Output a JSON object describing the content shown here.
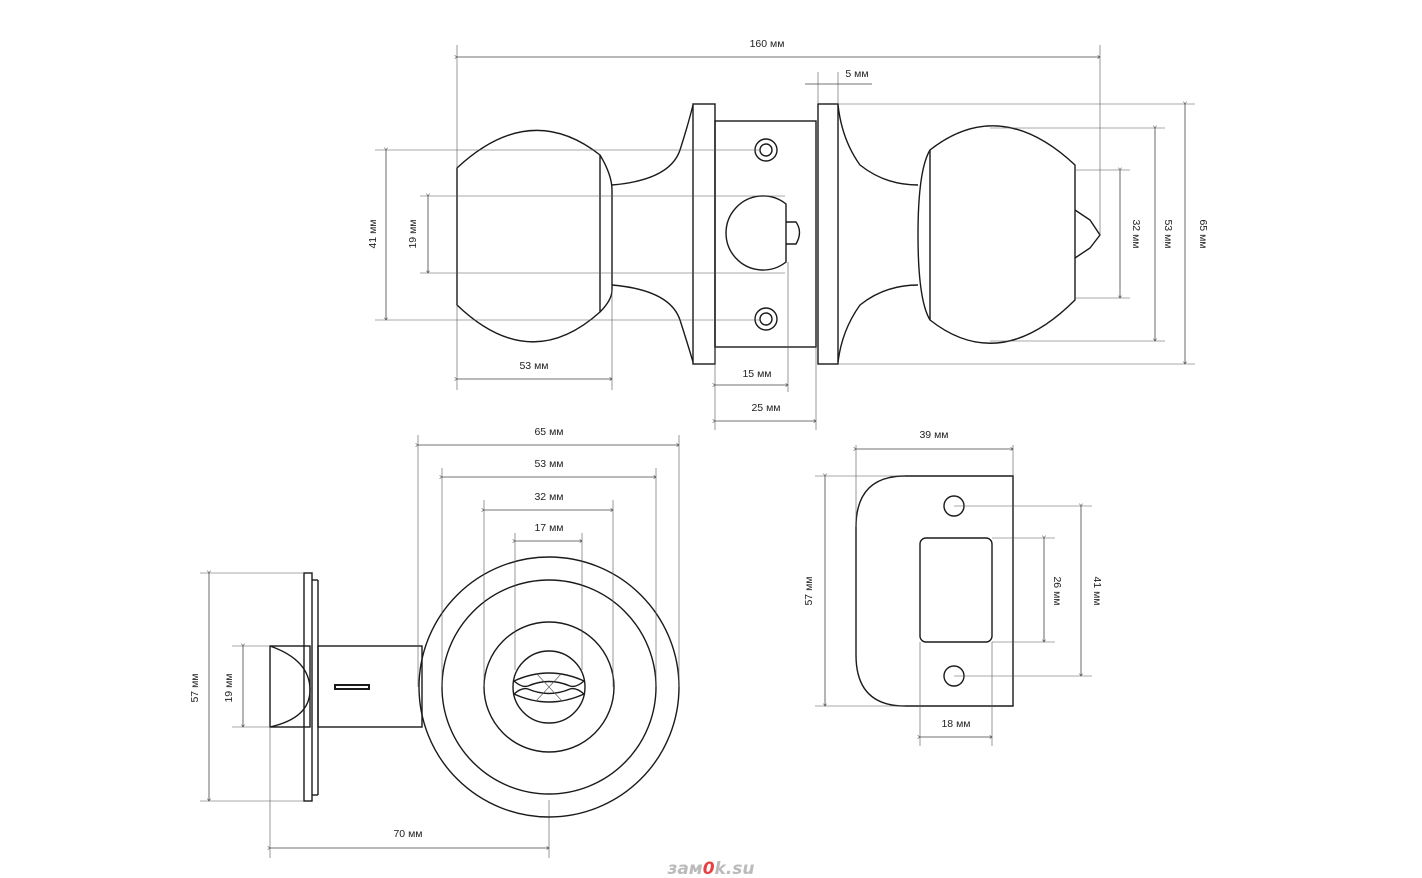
{
  "top_view": {
    "overall_length": "160 мм",
    "rose_thickness": "5 мм",
    "knob_height_outer": "65 мм",
    "knob_height_mid": "53 мм",
    "knob_height_inner": "32 мм",
    "left_knob_outer": "41 мм",
    "left_knob_inner": "19 мм",
    "left_knob_length": "53 мм",
    "latch_offset": "15 мм",
    "latch_width": "25 мм"
  },
  "front_view": {
    "outer_diameter": "65 мм",
    "mid_diameter": "53 мм",
    "inner_diameter": "32 мм",
    "slot_width": "17 мм"
  },
  "latch_view": {
    "plate_height": "57 мм",
    "bolt_height": "19 мм",
    "backset": "70 мм"
  },
  "strike_view": {
    "width": "39 мм",
    "height": "57 мм",
    "hole_spacing": "41 мм",
    "window_height": "26 мм",
    "window_width": "18 мм"
  },
  "watermark": {
    "pre": "зам",
    "mid": "0",
    "post": "k.su",
    "accent": "#e84040",
    "color": "#bbbbbb"
  }
}
